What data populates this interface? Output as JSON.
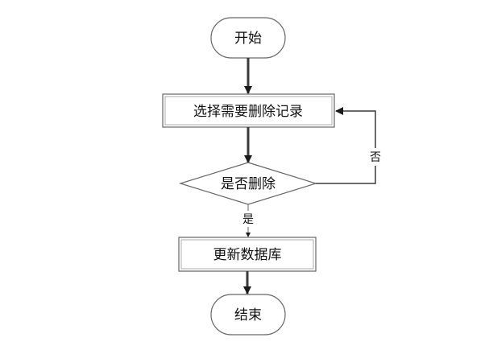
{
  "diagram": {
    "nodes": {
      "start": {
        "label": "开始",
        "shape": "terminator"
      },
      "select": {
        "label": "选择需要删除记录",
        "shape": "process"
      },
      "decision": {
        "label": "是否删除",
        "shape": "decision"
      },
      "update": {
        "label": "更新数据库",
        "shape": "process"
      },
      "end": {
        "label": "结束",
        "shape": "terminator"
      }
    },
    "edges": {
      "yes_label": "是",
      "no_label": "否"
    },
    "colors": {
      "stroke": "#666666",
      "arrow": "#3a3a3a",
      "fill": "#ffffff",
      "text": "#111111"
    }
  }
}
